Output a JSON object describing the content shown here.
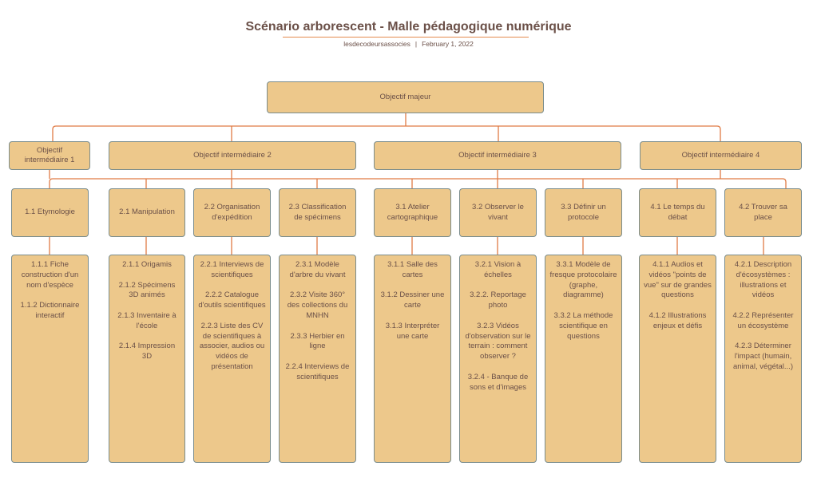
{
  "header": {
    "title": "Scénario arborescent - Malle pédagogique numérique",
    "author": "lesdecodeursassocies",
    "separator": "|",
    "date": "February 1, 2022"
  },
  "colors": {
    "box_fill": "#edc88b",
    "box_border": "#7a8c8c",
    "connector": "#e07b45",
    "text": "#6b5048"
  },
  "root": {
    "label": "Objectif majeur"
  },
  "intermediates": [
    {
      "label": "Objectif intermédiaire 1"
    },
    {
      "label": "Objectif intermédiaire 2"
    },
    {
      "label": "Objectif intermédiaire 3"
    },
    {
      "label": "Objectif intermédiaire 4"
    }
  ],
  "sub_objectives": [
    {
      "label": "1.1 Etymologie",
      "items": [
        "1.1.1 Fiche construction d'un nom d'espèce",
        "1.1.2 Dictionnaire interactif"
      ]
    },
    {
      "label": "2.1 Manipulation",
      "items": [
        "2.1.1 Origamis",
        "2.1.2 Spécimens 3D animés",
        "2.1.3 Inventaire à l'école",
        "2.1.4 Impression 3D"
      ]
    },
    {
      "label": "2.2 Organisation d'expédition",
      "items": [
        "2.2.1 Interviews de scientifiques",
        "2.2.2 Catalogue d'outils scientifiques",
        "2.2.3 Liste des CV de scientifiques à associer, audios ou vidéos de présentation"
      ]
    },
    {
      "label": "2.3 Classification de spécimens",
      "items": [
        "2.3.1 Modèle d'arbre du vivant",
        "2.3.2 Visite 360° des collections du MNHN",
        "2.3.3 Herbier en ligne",
        "2.2.4 Interviews de scientifiques"
      ]
    },
    {
      "label": "3.1 Atelier cartographique",
      "items": [
        "3.1.1 Salle des cartes",
        "3.1.2 Dessiner une carte",
        "3.1.3 Interpréter une carte"
      ]
    },
    {
      "label": "3.2 Observer le vivant",
      "items": [
        "3.2.1 Vision à échelles",
        "3.2.2. Reportage photo",
        "3.2.3 Vidéos d'observation sur le terrain : comment observer ?",
        "3.2.4 - Banque de sons et d'images"
      ]
    },
    {
      "label": "3.3 Définir un protocole",
      "items": [
        "3.3.1 Modèle de fresque protocolaire (graphe, diagramme)",
        "3.3.2 La méthode scientifique en questions"
      ]
    },
    {
      "label": "4.1 Le temps du débat",
      "items": [
        "4.1.1 Audios et vidéos \"points de vue\" sur de grandes questions",
        "4.1.2 Illustrations enjeux et défis"
      ]
    },
    {
      "label": "4.2 Trouver sa place",
      "items": [
        "4.2.1 Description d'écosystèmes : illustrations et vidéos",
        "4.2.2 Représenter un écosystème",
        "4.2.3 Déterminer l'impact (humain, animal, végétal...)"
      ]
    }
  ]
}
